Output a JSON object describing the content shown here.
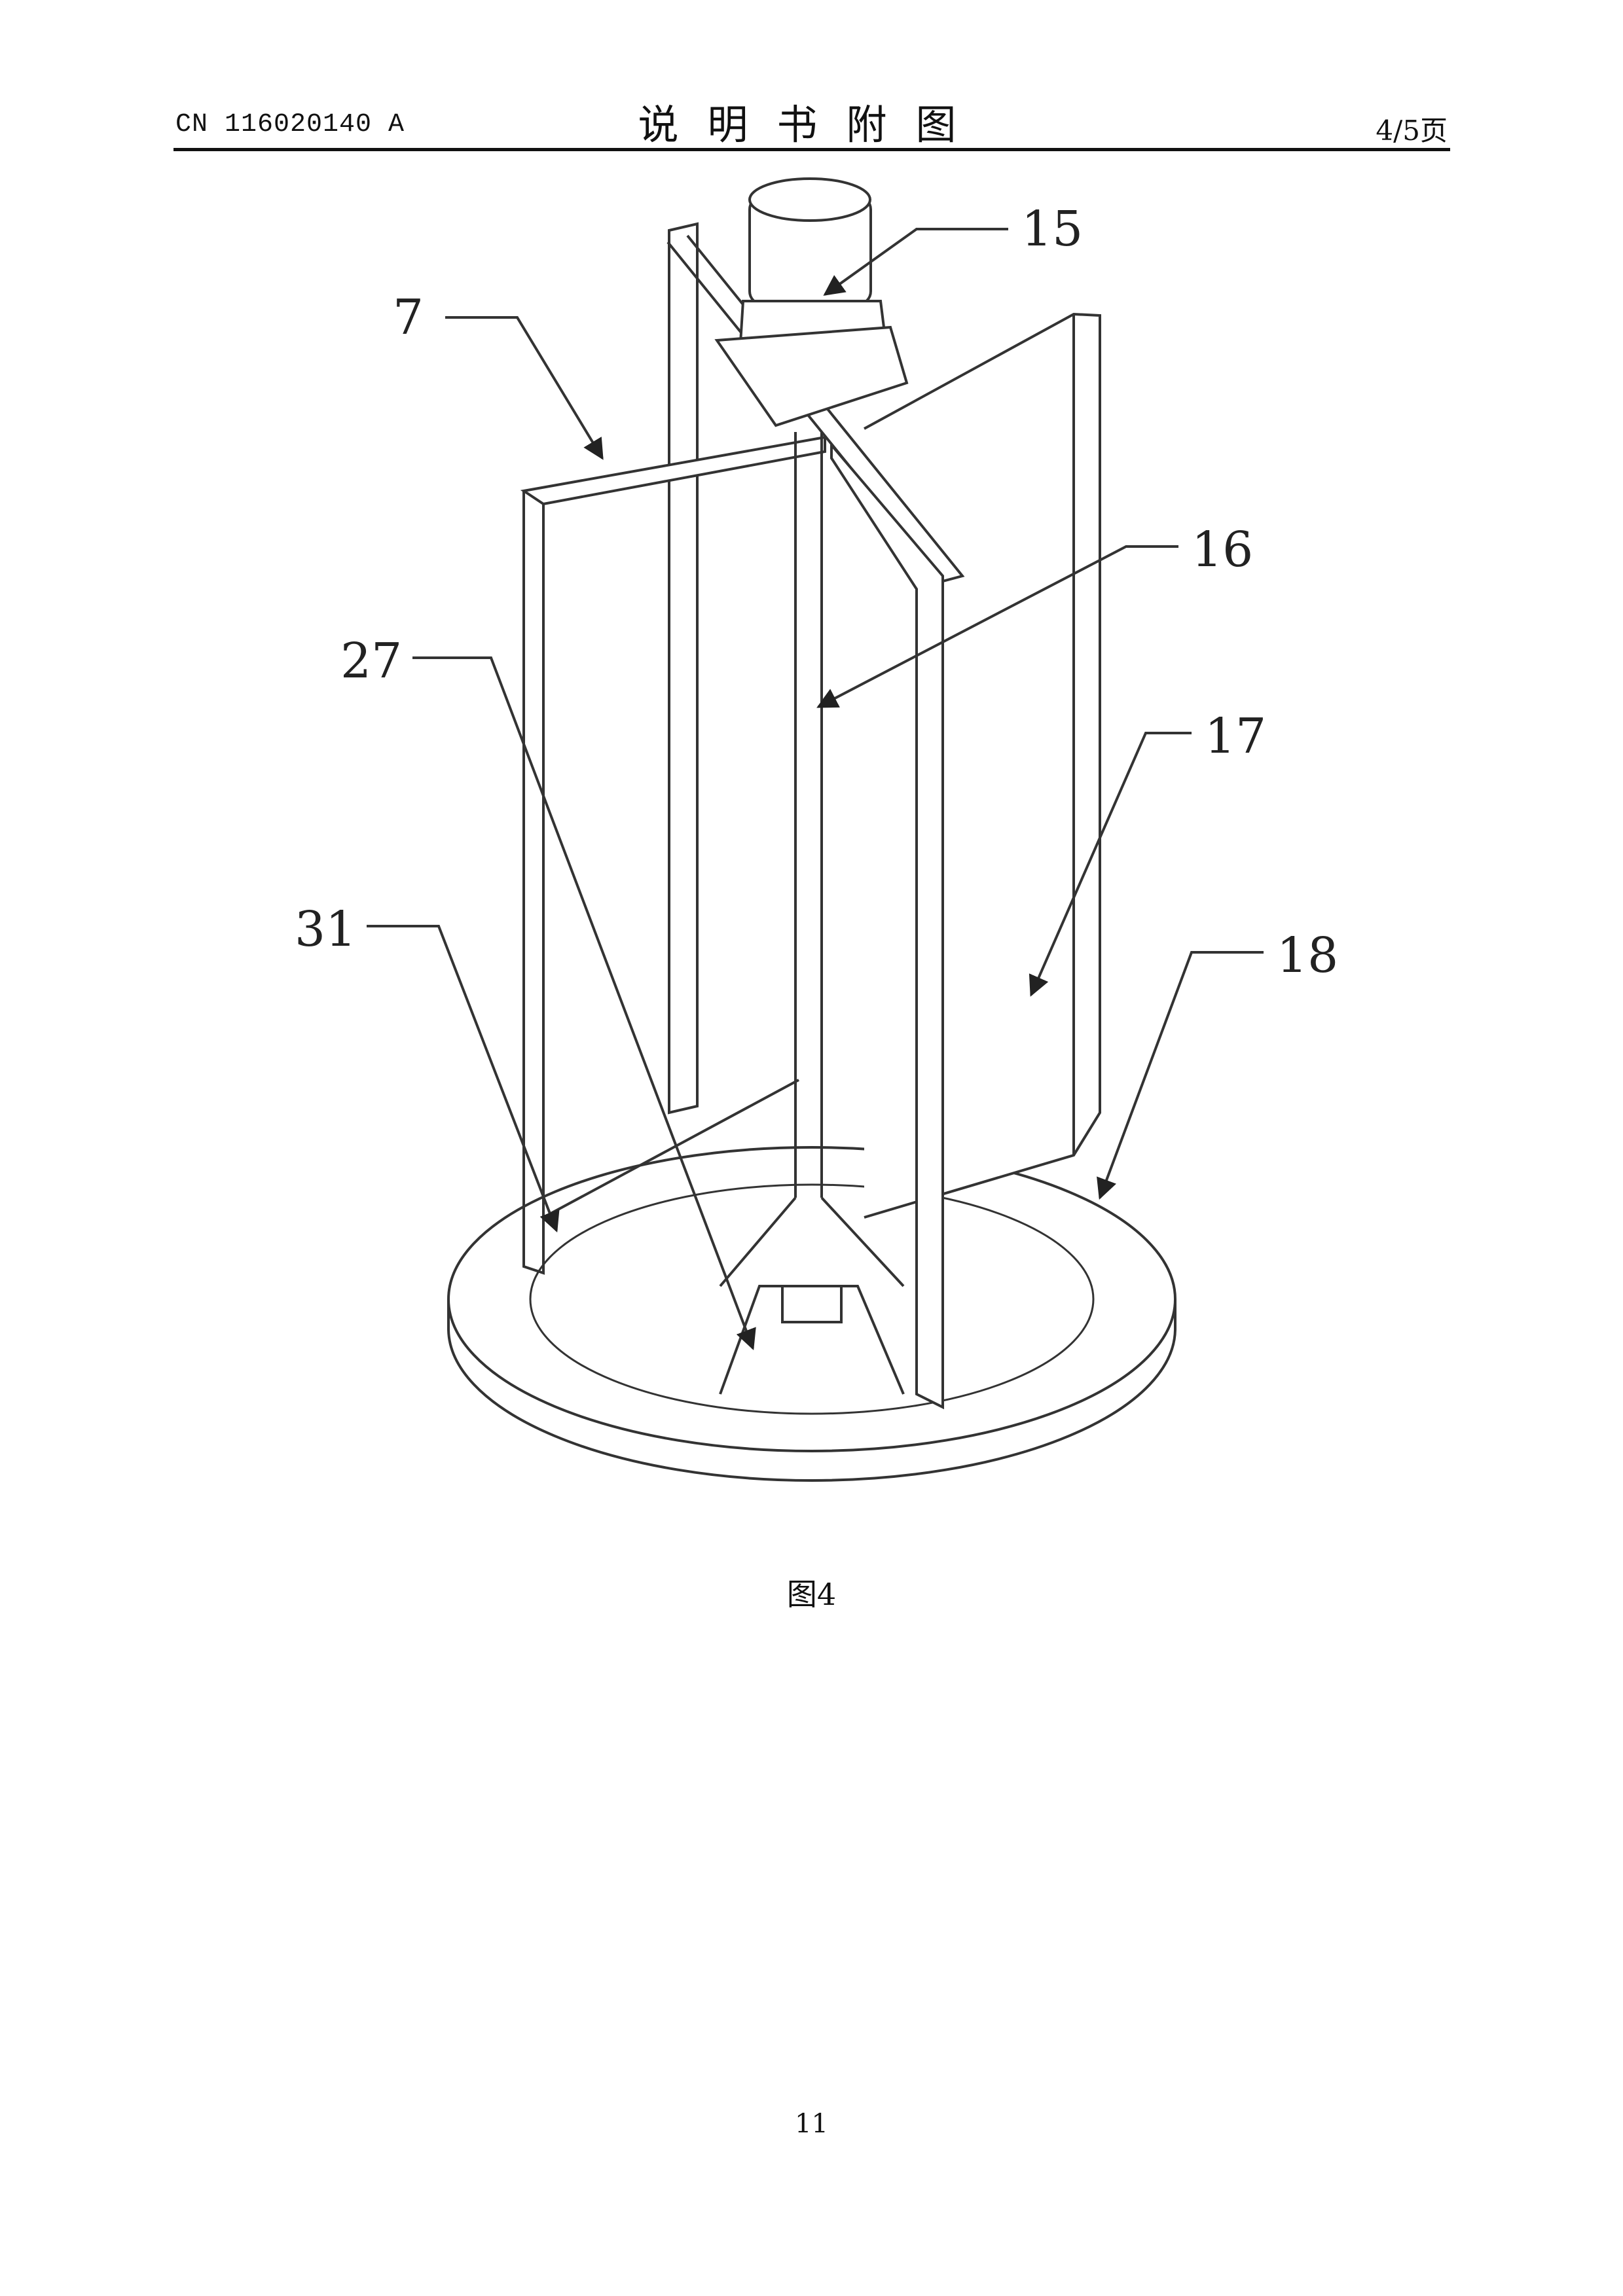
{
  "header": {
    "publication_number": "CN 116020140 A",
    "section_title": "说明书附图",
    "page_of_total": "4/5页"
  },
  "figure": {
    "caption": "图4",
    "reference_numerals": [
      "15",
      "7",
      "16",
      "27",
      "17",
      "31",
      "18"
    ]
  },
  "footer": {
    "page_number": "11"
  }
}
